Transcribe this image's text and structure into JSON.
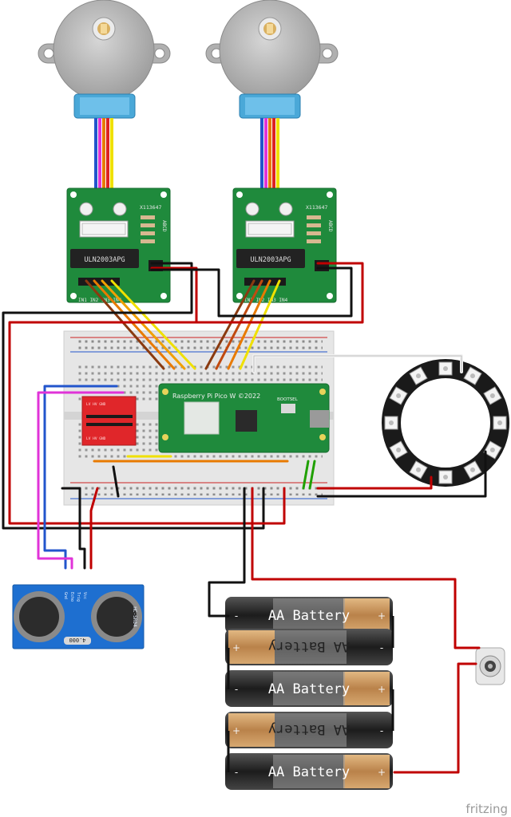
{
  "motor_driver": {
    "chip_label": "ULN2003APG",
    "code_label": "X113647",
    "side_leds": "ABCD",
    "input_pins": "IN1 IN2 IN3 IN4",
    "side_marks": [
      "A",
      "B",
      "C",
      "D"
    ]
  },
  "pico": {
    "label": "Raspberry Pi Pico W ©2022",
    "bootsel": "BOOTSEL"
  },
  "level_shifter": {
    "top_text": "LV HV GND",
    "bottom_text": "LV HV GND"
  },
  "ultrasonic": {
    "model": "HC-SR04",
    "pins": [
      "Vcc",
      "Trig",
      "Echo",
      "Gnd"
    ],
    "crystal": "4.000"
  },
  "batteries": {
    "label": "AA Battery",
    "plus": "+",
    "minus": "-"
  },
  "watermark": "fritzing",
  "colors": {
    "pcb_green": "#1f8a3c",
    "breadboard": "#e6e6e6",
    "wire_red": "#c00000",
    "wire_black": "#111111",
    "wire_white": "#f2f2f2",
    "wire_blue": "#2255cc",
    "wire_magenta": "#e033d8",
    "wire_orange": "#e87a00",
    "wire_yellow": "#f0e000",
    "wire_brown": "#8a3a10",
    "motor_grey": "#bdbdbd",
    "ring_black": "#1a1a1a",
    "sensor_blue": "#1e6fd0",
    "battery_black": "#2a2a2a",
    "battery_copper": "#c99a64"
  }
}
